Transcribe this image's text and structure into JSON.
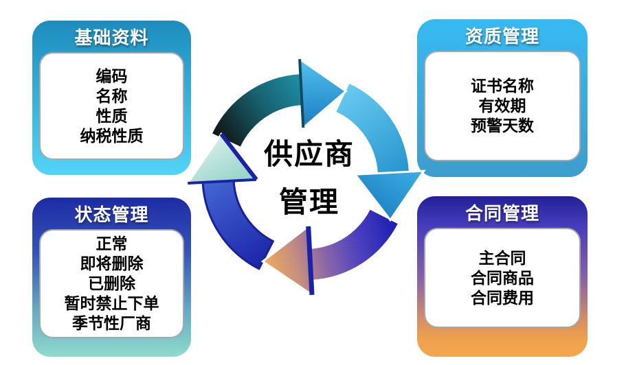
{
  "center": {
    "line1": "供应商",
    "line2": "管理"
  },
  "boxes": {
    "basic": {
      "title": "基础资料",
      "items": [
        "编码",
        "名称",
        "性质",
        "纳税性质"
      ]
    },
    "qualification": {
      "title": "资质管理",
      "items": [
        "证书名称",
        "有效期",
        "预警天数"
      ]
    },
    "status": {
      "title": "状态管理",
      "items": [
        "正常",
        "即将删除",
        "已删除",
        "暂时禁止下单",
        "季节性厂商"
      ]
    },
    "contract": {
      "title": "合同管理",
      "items": [
        "主合同",
        "合同商品",
        "合同费用"
      ]
    }
  },
  "diagram": {
    "type": "cycle",
    "direction": "clockwise",
    "segment_colors": {
      "top_left_arc": [
        "#111111",
        "#1f8fa8"
      ],
      "top_arrowhead": [
        "#52c2ee",
        "#1b7cc2"
      ],
      "top_right_arc": [
        "#68cbf2",
        "#2794ce"
      ],
      "right_arrowhead": [
        "#3faee4",
        "#1e84c6"
      ],
      "bottom_right_arc_and_arrowhead": [
        "#191db2",
        "#4a3fbe",
        "#8663ac",
        "#c78f7e",
        "#f2ac58"
      ],
      "bottom_left_arc": [
        "#1b24a8",
        "#4467d4"
      ],
      "left_arrowhead": [
        "#d5efe8",
        "#8fd0c6"
      ],
      "edge_accent": "#1a23a8"
    }
  },
  "card_colors": {
    "basic": [
      "#1d8cbc",
      "#52d4f7"
    ],
    "qualification": [
      "#38b9f2",
      "#3e9dcc"
    ],
    "status": [
      "#1e2ba4",
      "#90dacc"
    ],
    "contract": [
      "#232097",
      "#8660aa",
      "#f2a84e"
    ]
  }
}
